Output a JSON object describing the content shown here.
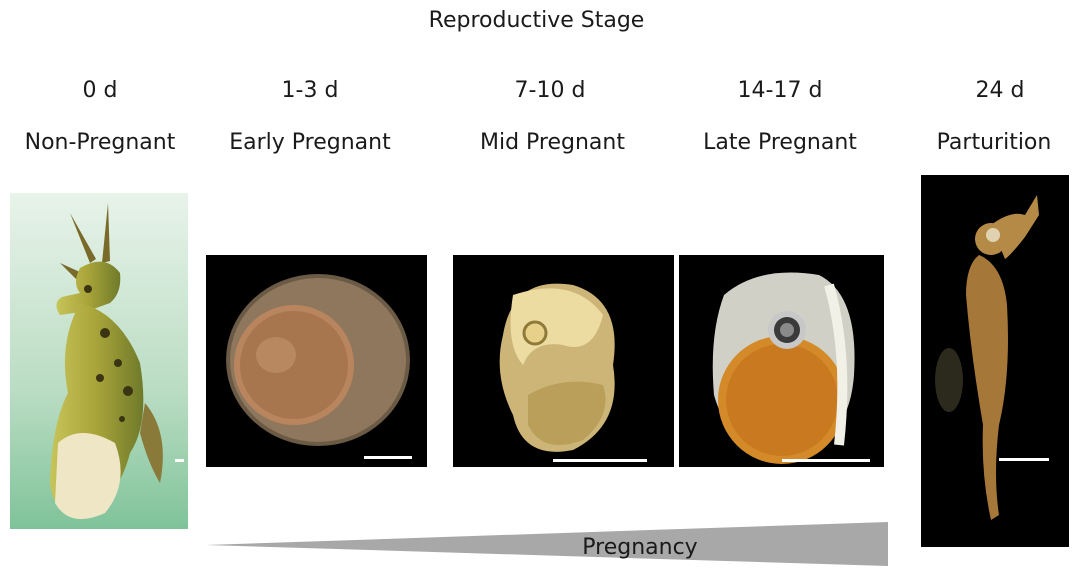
{
  "title": "Reproductive Stage",
  "stages": [
    {
      "day": "0 d",
      "name": "Non-Pregnant",
      "image": "seahorse-non-pregnant"
    },
    {
      "day": "1-3 d",
      "name": "Early Pregnant",
      "image": "egg-early"
    },
    {
      "day": "7-10 d",
      "name": "Mid Pregnant",
      "image": "embryo-mid"
    },
    {
      "day": "14-17 d",
      "name": "Late Pregnant",
      "image": "embryo-late"
    },
    {
      "day": "24 d",
      "name": "Parturition",
      "image": "juvenile-seahorse"
    }
  ],
  "gradient_label": "Pregnancy",
  "colors": {
    "wedge": "#a8a8a8",
    "photo_bg": "#000000",
    "scale_bar": "#ffffff"
  }
}
